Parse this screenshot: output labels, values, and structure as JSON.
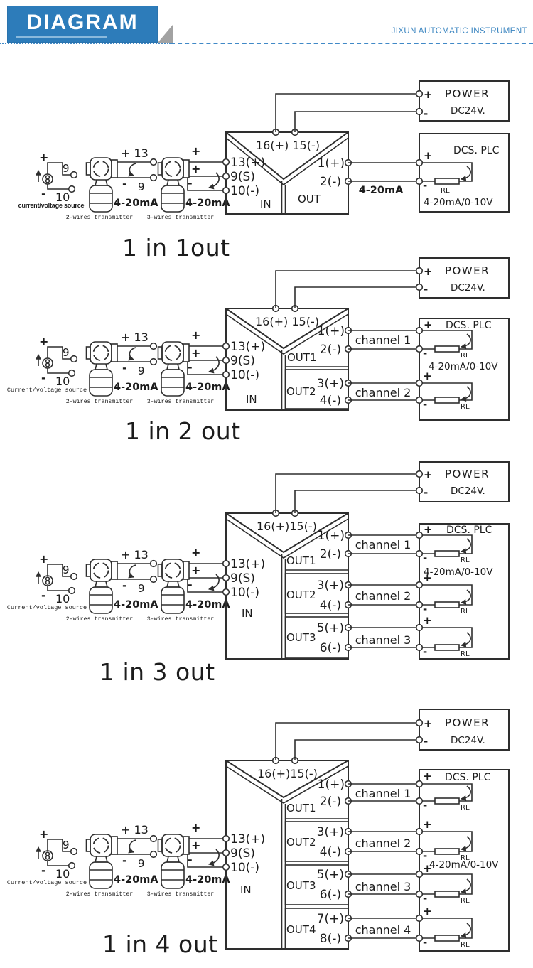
{
  "header": {
    "banner_title": "DIAGRAM",
    "company": "JIXUN AUTOMATIC INSTRUMENT",
    "colors": {
      "banner": "#2d7cba",
      "dashed_line": "#4089c7",
      "fold": "#a2a2a2",
      "line": "#2e2e2e"
    }
  },
  "shared": {
    "plus": "+",
    "minus": "-",
    "source_terminal_9": "9",
    "source_terminal_10": "10",
    "source_label_lower": "current/voltage source",
    "source_label": "Current/voltage source",
    "two_wire_label": "2-wires transmitter",
    "three_wire_label": "3-wires transmitter",
    "wire_plus_13": "+ 13",
    "wire_minus_9": "9",
    "signal_4_20ma": "4-20mA",
    "in_label": "IN",
    "terminal_13": "13(+)",
    "terminal_9s": "9(S)",
    "terminal_10m": "10(-)",
    "power": {
      "title": "POWER",
      "voltage": "DC24V.",
      "plus": "+",
      "minus": "-"
    },
    "plc": {
      "title": "DCS. PLC",
      "rl": "RL",
      "range": "4-20mA/0-10V",
      "plus": "+",
      "minus": "-"
    }
  },
  "sections": [
    {
      "title": "1 in 1out",
      "top_terminals": "16(+) 15(-)",
      "outs": [
        {
          "label": "OUT",
          "plus": "1(+)",
          "minus": "2(-)",
          "wire": "4-20mA"
        }
      ]
    },
    {
      "title": "1 in 2 out",
      "top_terminals": "16(+) 15(-)",
      "outs": [
        {
          "label": "OUT1",
          "plus": "1(+)",
          "minus": "2(-)",
          "wire": "channel 1"
        },
        {
          "label": "OUT2",
          "plus": "3(+)",
          "minus": "4(-)",
          "wire": "channel 2"
        }
      ]
    },
    {
      "title": "1 in 3 out",
      "top_terminals": "16(+)15(-)",
      "outs": [
        {
          "label": "OUT1",
          "plus": "1(+)",
          "minus": "2(-)",
          "wire": "channel 1"
        },
        {
          "label": "OUT2",
          "plus": "3(+)",
          "minus": "4(-)",
          "wire": "channel 2"
        },
        {
          "label": "OUT3",
          "plus": "5(+)",
          "minus": "6(-)",
          "wire": "channel 3"
        }
      ]
    },
    {
      "title": "1 in 4 out",
      "top_terminals": "16(+)15(-)",
      "outs": [
        {
          "label": "OUT1",
          "plus": "1(+)",
          "minus": "2(-)",
          "wire": "channel 1"
        },
        {
          "label": "OUT2",
          "plus": "3(+)",
          "minus": "4(-)",
          "wire": "channel 2"
        },
        {
          "label": "OUT3",
          "plus": "5(+)",
          "minus": "6(-)",
          "wire": "channel 3"
        },
        {
          "label": "OUT4",
          "plus": "7(+)",
          "minus": "8(-)",
          "wire": "channel 4"
        }
      ]
    }
  ]
}
